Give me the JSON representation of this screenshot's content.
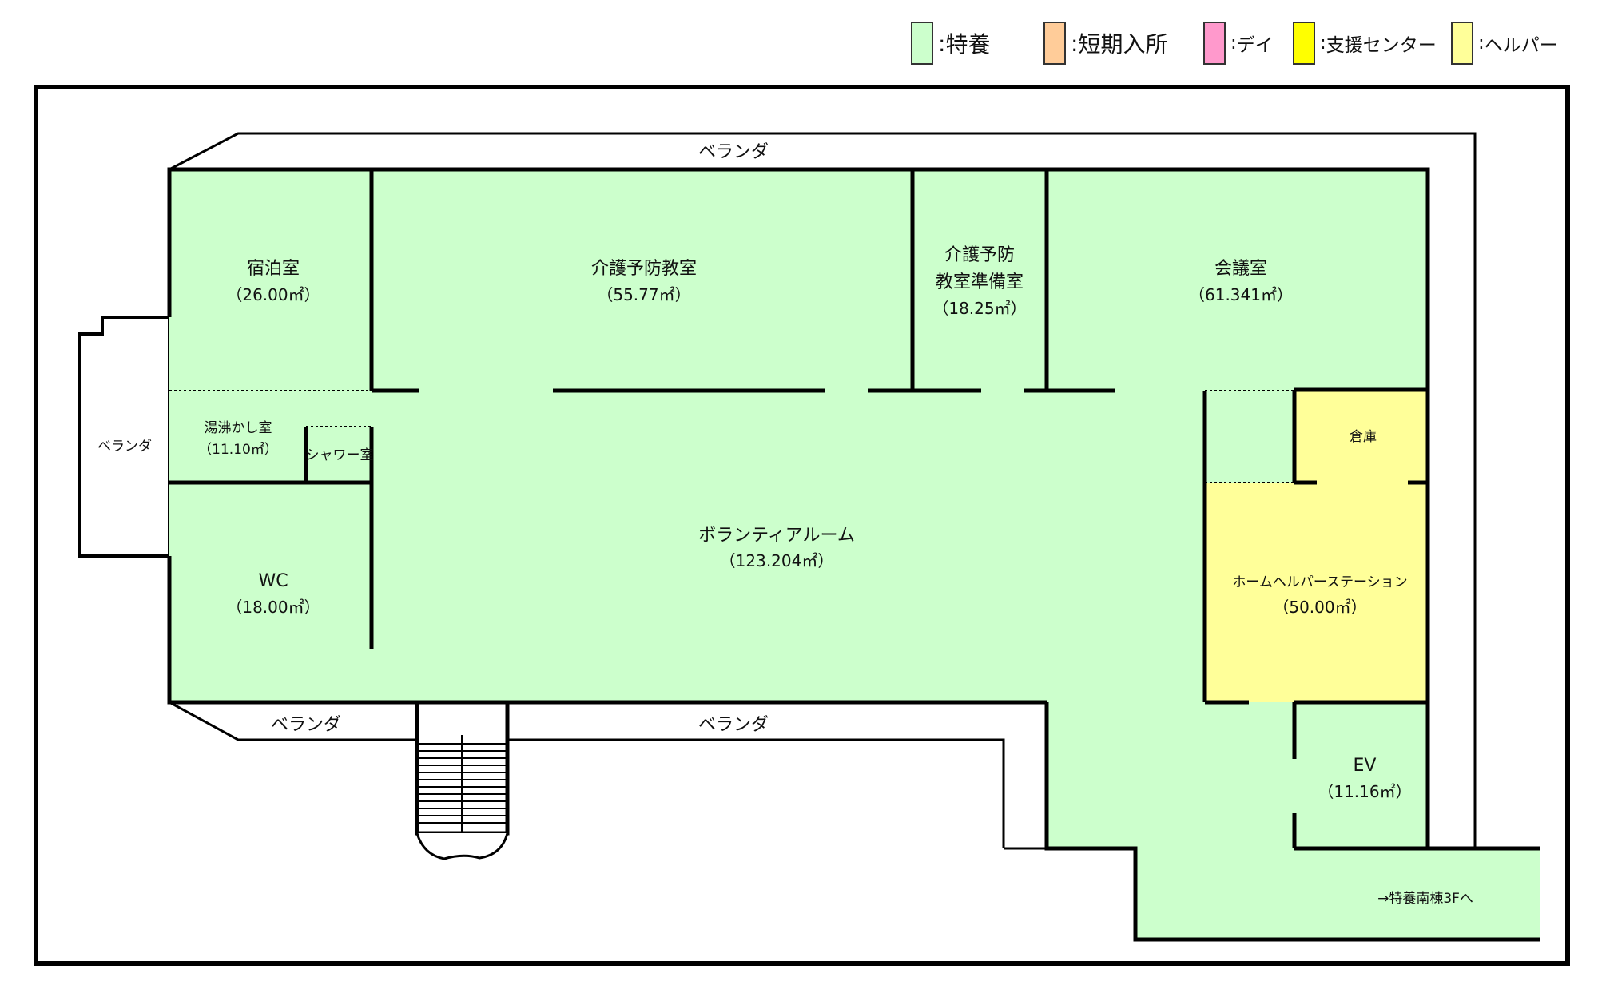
{
  "legend": [
    {
      "name": "特養",
      "color": "#ccffcc"
    },
    {
      "name": "短期入所",
      "color": "#ffcc99"
    },
    {
      "name": "デイ",
      "color": "#ff99cc"
    },
    {
      "name": "支援センター",
      "color": "#ffff00"
    },
    {
      "name": "ヘルパー",
      "color": "#ffff99"
    }
  ],
  "legend_prefix": ":",
  "rooms": {
    "shukuhaku": {
      "name": "宿泊室",
      "area": "（26.00㎡）"
    },
    "kaigo_yobo": {
      "name": "介護予防教室",
      "area": "（55.77㎡）"
    },
    "kaigo_prep_line1": "介護予防",
    "kaigo_prep_line2": "教室準備室",
    "kaigo_prep_area": "（18.25㎡）",
    "kaigishitsu": {
      "name": "会議室",
      "area": "（61.341㎡）"
    },
    "yuwakashi": {
      "name": "湯沸かし室",
      "area": "（11.10㎡）"
    },
    "shower": {
      "name": "シャワー室"
    },
    "wc": {
      "name": "WC",
      "area": "（18.00㎡）"
    },
    "volunteer": {
      "name": "ボランティアルーム",
      "area": "（123.204㎡）"
    },
    "souko": {
      "name": "倉庫"
    },
    "helper_station": {
      "name": "ホームヘルパーステーション",
      "area": "（50.00㎡）"
    },
    "ev": {
      "name": "EV",
      "area": "（11.16㎡）"
    }
  },
  "veranda_label": "ベランダ",
  "exit_label": "→特養南棟3Fへ"
}
